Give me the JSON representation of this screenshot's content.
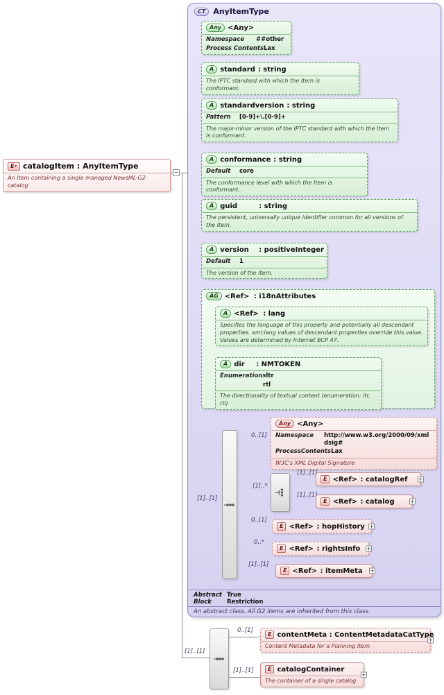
{
  "element": {
    "badge": "E",
    "title": "catalogItem : AnyItemType",
    "description": "An Item containing a single managed NewsML-G2 catalog"
  },
  "complex_type": {
    "badge": "CT",
    "title": "AnyItemType",
    "any_attribute": {
      "badge": "Any",
      "name": "<Any>",
      "facets": [
        {
          "label": "Namespace",
          "value": "##other"
        },
        {
          "label": "Process Contents",
          "value": "Lax"
        }
      ]
    },
    "attr_standard": {
      "badge": "A",
      "name": "standard",
      "type": ": string",
      "description": "The IPTC standard with which the Item is conformant."
    },
    "attr_standardversion": {
      "badge": "A",
      "name": "standardversion",
      "type": ": string",
      "facet_label": "Pattern",
      "facet_value": "[0-9]+\\.[0-9]+",
      "description": "The major-minor version of the IPTC standard with which the Item is conformant."
    },
    "attr_conformance": {
      "badge": "A",
      "name": "conformance",
      "type": ": string",
      "facet_label": "Default",
      "facet_value": "core",
      "description": "The conformance level with which the Item is conformant."
    },
    "attr_guid": {
      "badge": "A",
      "name": "guid",
      "type": ": string",
      "description": "The persistent, universally unique identifier common for all versions of the Item."
    },
    "attr_version": {
      "badge": "A",
      "name": "version",
      "type": ": positiveInteger",
      "facet_label": "Default",
      "facet_value": "1",
      "description": "The version of the Item."
    },
    "attribute_group": {
      "badge": "AG",
      "name": "<Ref>",
      "type": ": i18nAttributes",
      "lang": {
        "badge": "A",
        "name": "<Ref>",
        "type": ": lang",
        "description": "Specifies the language of this property and potentially all descendant properties. xml:lang values of descendant properties override this value. Values are determined by Internet BCP 47."
      },
      "dir": {
        "badge": "A",
        "name": "dir",
        "type": ": NMTOKEN",
        "facet_label": "Enumerations",
        "facet_values": [
          "ltr",
          "rtl"
        ],
        "description": "The directionality of textual content (enumeration: ltr, rtl)"
      }
    },
    "content": {
      "sequence_cardinality": "[1]..[1]",
      "any_element": {
        "badge": "Any",
        "name": "<Any>",
        "cardinality": "0..[1]",
        "facets": [
          {
            "label": "Namespace",
            "value": "http://www.w3.org/2000/09/xmldsig#"
          },
          {
            "label": "ProcessContents",
            "value": "Lax"
          }
        ],
        "description": "W3C's XML Digital Signature"
      },
      "choice_cardinality": "[1]..*",
      "catalogRef": {
        "badge": "E",
        "name": "<Ref>",
        "type": ": catalogRef",
        "cardinality": "[1]..[1]"
      },
      "catalog": {
        "badge": "E",
        "name": "<Ref>",
        "type": ": catalog",
        "cardinality": "[1]..[1]"
      },
      "hopHistory": {
        "badge": "E",
        "name": "<Ref>",
        "type": ": hopHistory",
        "cardinality": "0..[1]"
      },
      "rightsInfo": {
        "badge": "E",
        "name": "<Ref>",
        "type": ": rightsInfo",
        "cardinality": "0..*"
      },
      "itemMeta": {
        "badge": "E",
        "name": "<Ref>",
        "type": ": itemMeta",
        "cardinality": "[1]..[1]"
      }
    },
    "footer": {
      "abstract_label": "Abstract",
      "abstract_value": "True",
      "block_label": "Block",
      "block_value": "Restriction",
      "description": "An abstract class. All G2 items are inherited from this class."
    }
  },
  "local_content": {
    "sequence_cardinality": "[1]..[1]",
    "contentMeta": {
      "badge": "E",
      "title": "contentMeta : ContentMetadataCatType",
      "cardinality": "0..[1]",
      "description": "Content Metadata for a Planning Item"
    },
    "catalogContainer": {
      "badge": "E",
      "title": "catalogContainer",
      "cardinality": "[1]..[1]",
      "description": "The container of a single catalog"
    }
  },
  "icons": {
    "expand": "+",
    "collapse": "−",
    "element_arrow": "▸"
  }
}
